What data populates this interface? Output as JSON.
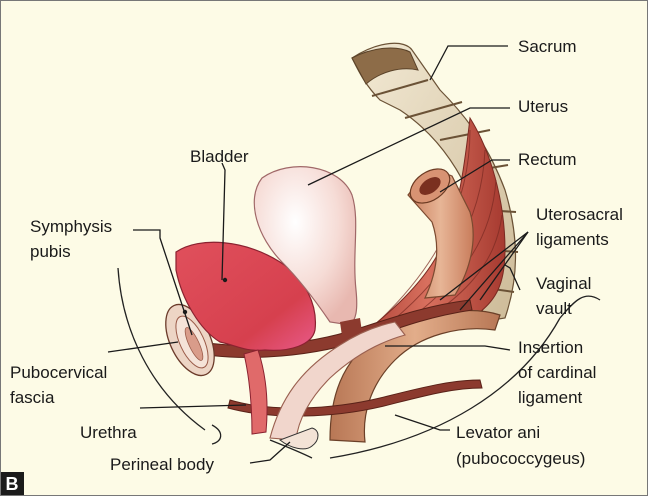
{
  "panel_letter": "B",
  "labels": {
    "sacrum": "Sacrum",
    "uterus": "Uterus",
    "bladder": "Bladder",
    "rectum": "Rectum",
    "symphysis_line1": "Symphysis",
    "symphysis_line2": "pubis",
    "uterosacral_line1": "Uterosacral",
    "uterosacral_line2": "ligaments",
    "vaginal_line1": "Vaginal",
    "vaginal_line2": "vault",
    "insertion_line1": "Insertion",
    "insertion_line2": "of cardinal",
    "insertion_line3": "ligament",
    "pubocervical_line1": "Pubocervical",
    "pubocervical_line2": "fascia",
    "urethra": "Urethra",
    "levator_line1": "Levator ani",
    "levator_line2": "(pubococcygeus)",
    "perineal": "Perineal body"
  },
  "colors": {
    "background": "#fdfbe6",
    "bone": "#e8dcc2",
    "bone_dark": "#8a6a45",
    "muscle": "#b9473c",
    "muscle_light": "#d77060",
    "bladder": "#d8404e",
    "uterus": "#f6dcd2",
    "rectum": "#d99a78",
    "fascia": "#8c3a2e",
    "levator": "#c88a68"
  }
}
